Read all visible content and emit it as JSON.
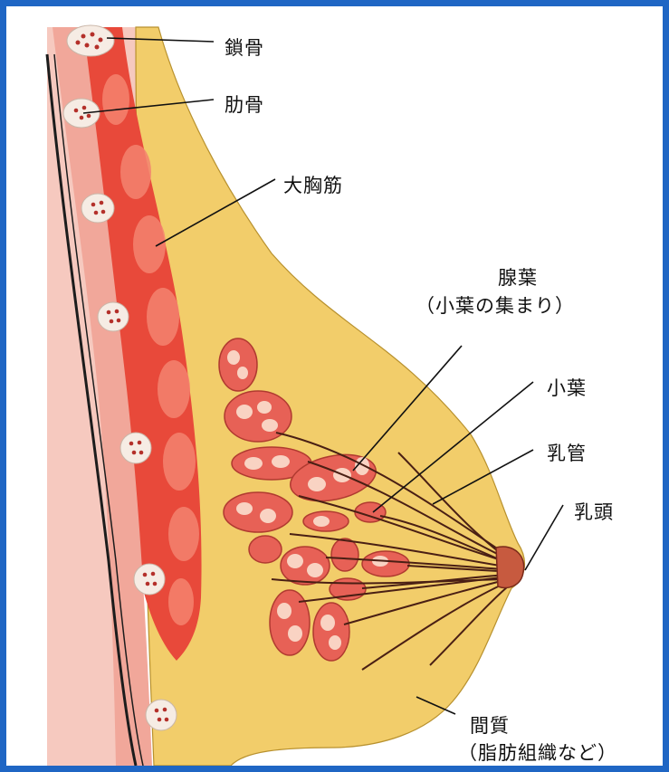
{
  "labels": {
    "clavicle": "鎖骨",
    "rib": "肋骨",
    "pectoralis": "大胸筋",
    "lobe": "腺葉",
    "lobe_note": "（小葉の集まり）",
    "lobule": "小葉",
    "duct": "乳管",
    "nipple": "乳頭",
    "stroma": "間質",
    "stroma_note": "（脂肪組織など）"
  },
  "colors": {
    "frame": "#1f66c4",
    "fat": "#f2cd6a",
    "muscle": "#e8493a",
    "skin": "#f3b8ac",
    "lobule": "#e76156",
    "duct": "#4a1f14",
    "chest_wall": "#1c1c1c"
  }
}
